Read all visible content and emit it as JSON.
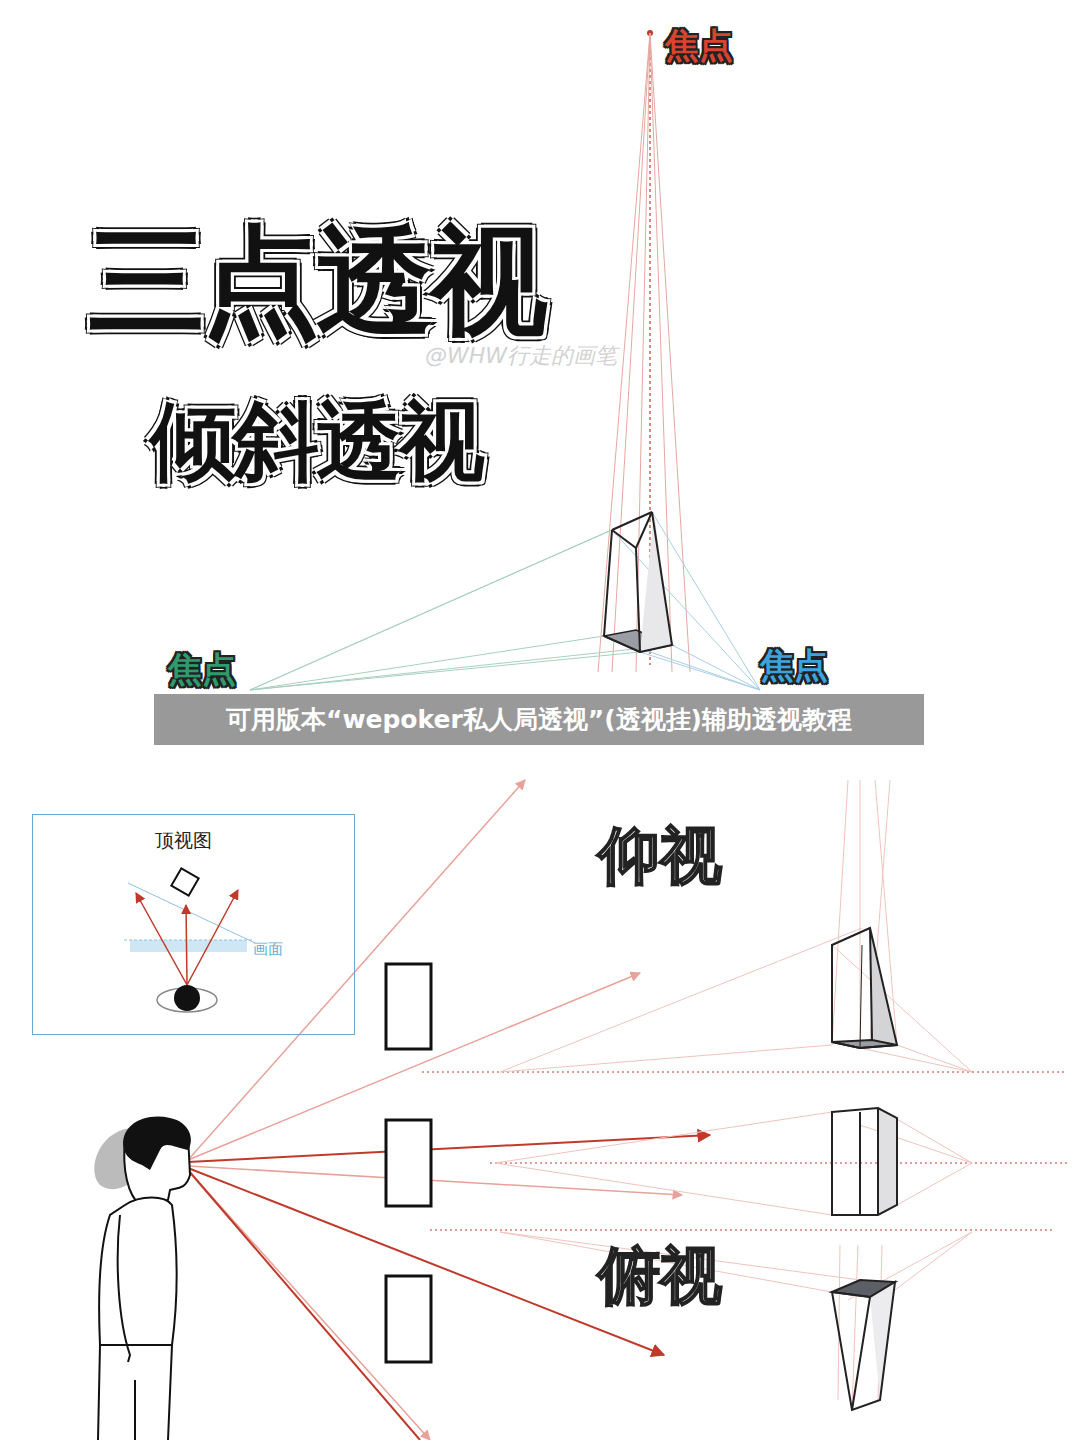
{
  "diagram": {
    "title": "三点透视",
    "nodes": [
      {
        "text": [
          "可用版本“wepoker私人局透视”(透视挂)辅助透视教程"
        ]
      },
      {
        "text": [
          "顶视图",
          "画面"
        ]
      }
    ],
    "labels": [
      "焦点",
      "倾斜透视",
      "@WHW行走的画笔",
      "焦点",
      "焦点",
      "仰视",
      "俯视"
    ]
  }
}
